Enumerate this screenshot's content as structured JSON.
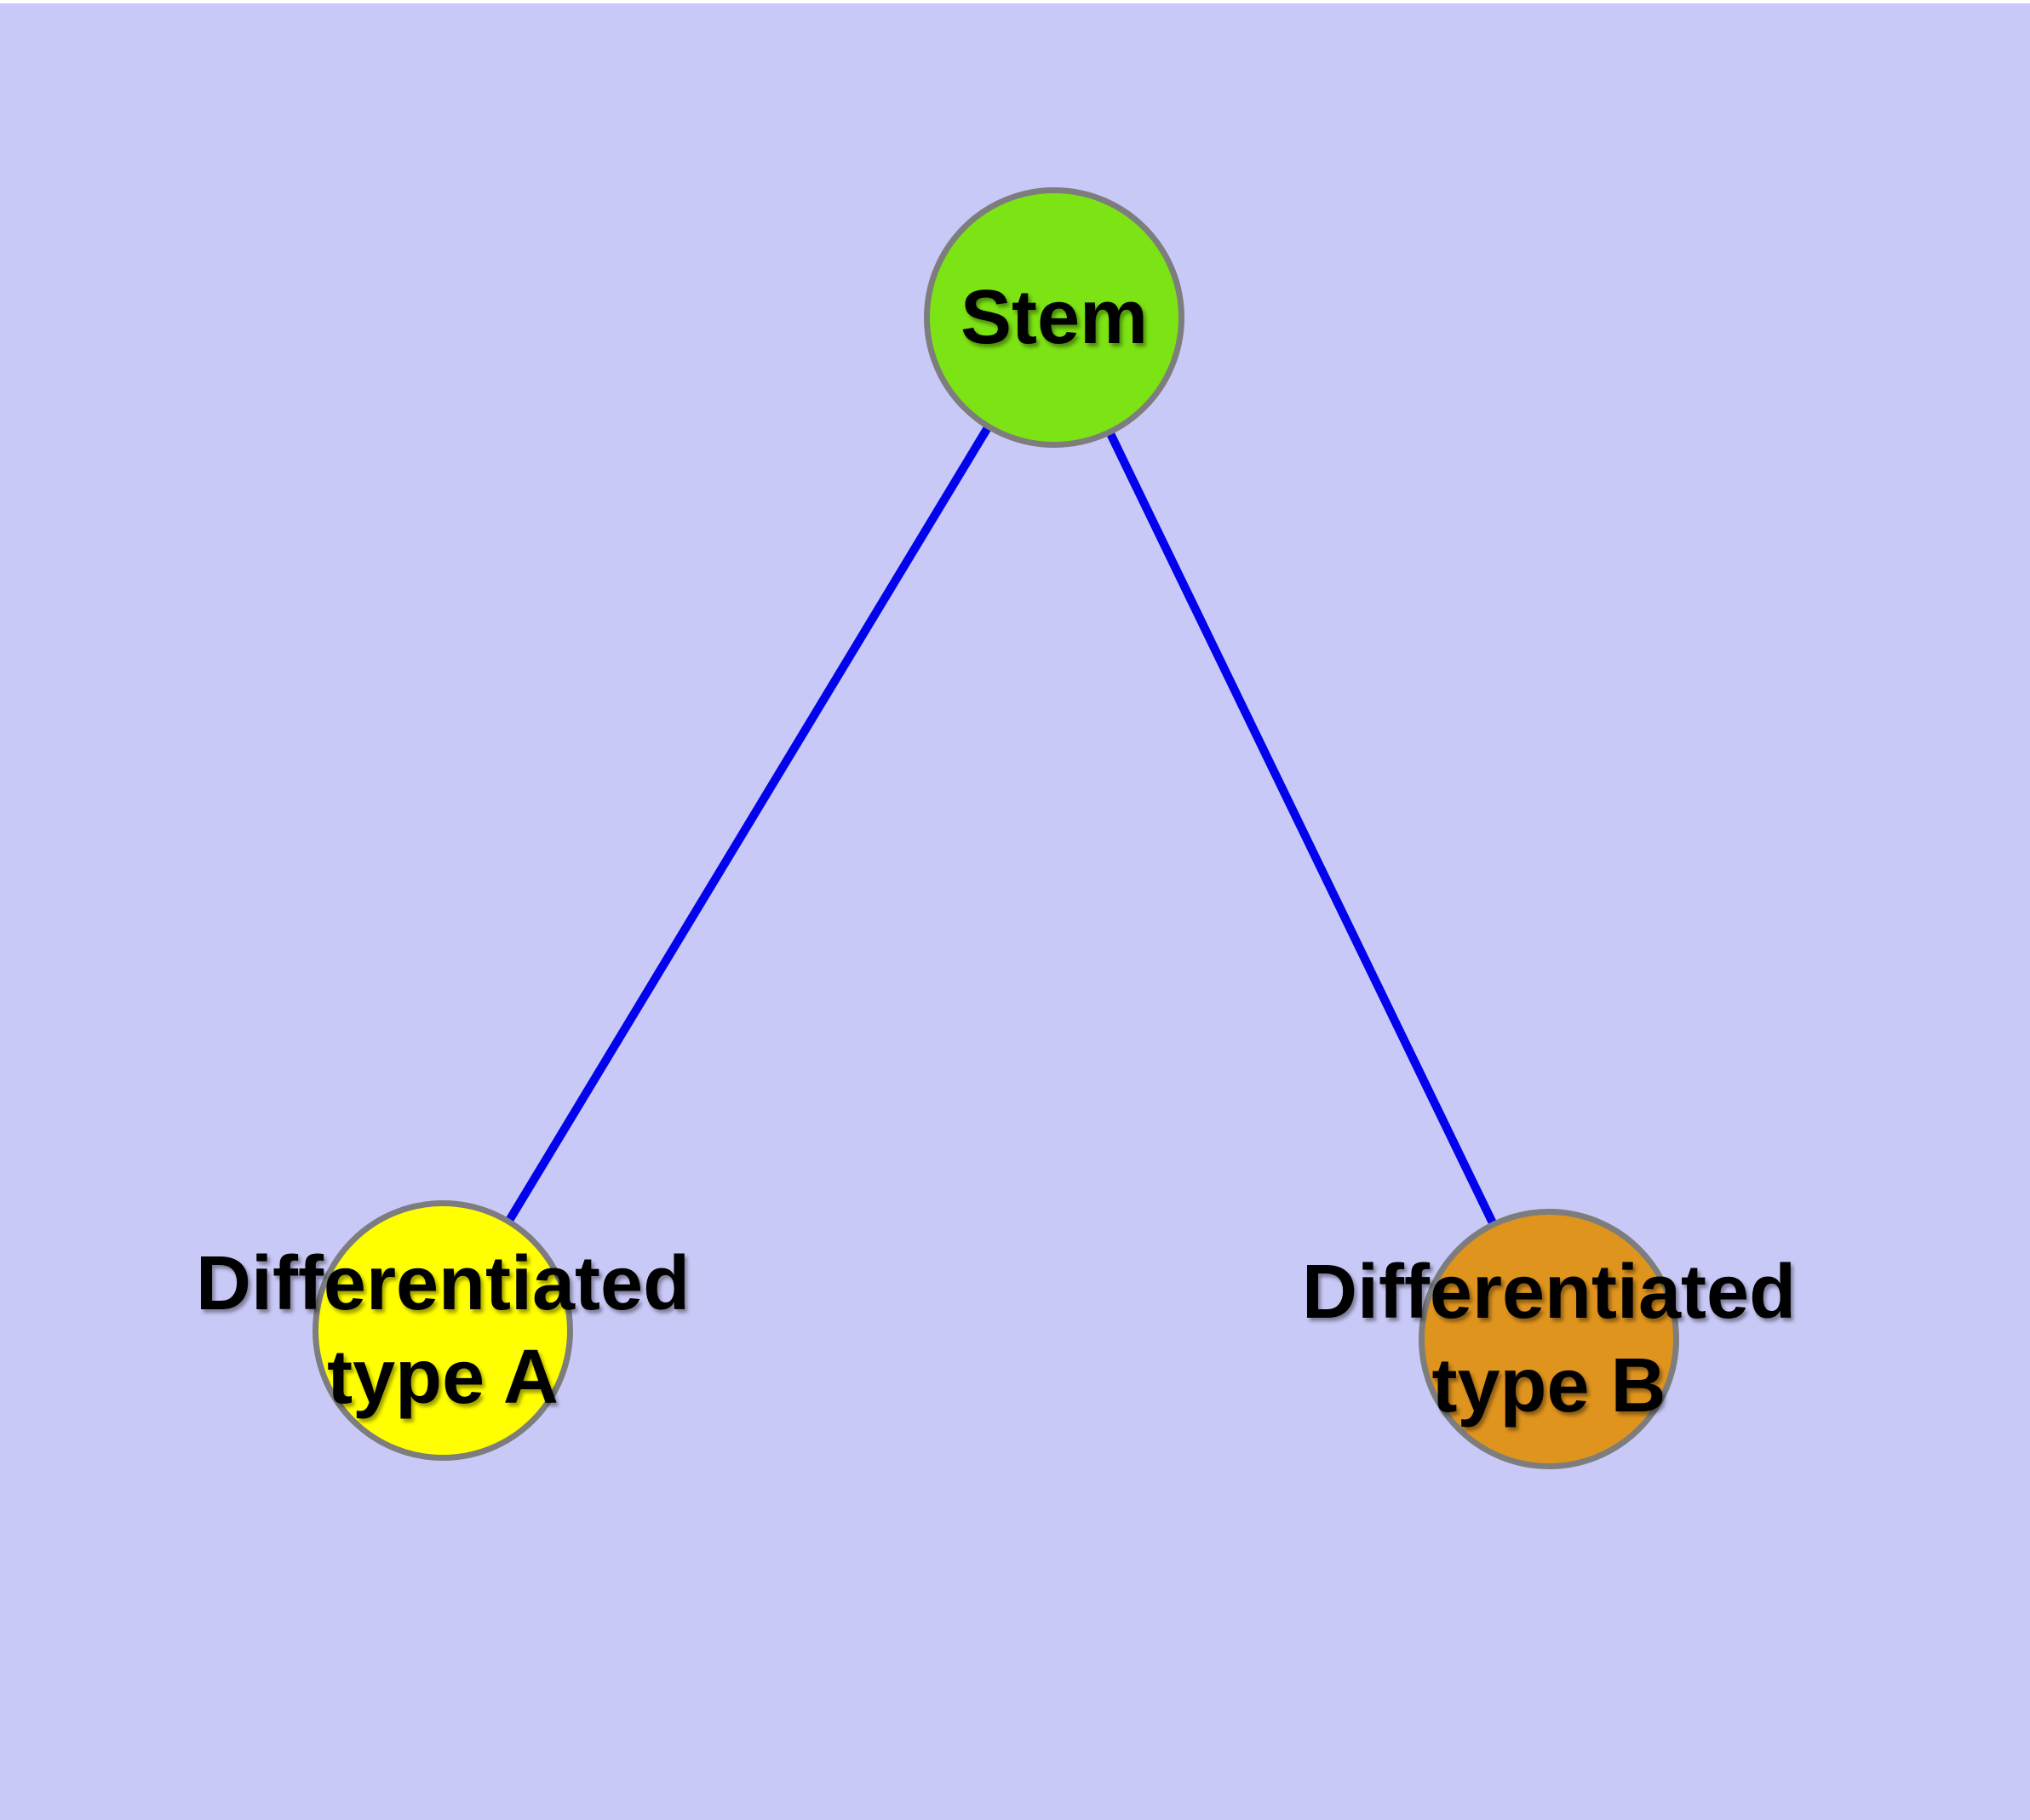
{
  "diagram": {
    "type": "node-link-graph",
    "background_color": "#c9c9f7",
    "top_margin_color": "#ffffff",
    "edge_color": "#0202ec",
    "node_border_color": "#7d7d7d",
    "label_color": "#000000",
    "nodes": [
      {
        "id": "stem",
        "label": "Stem",
        "label_line1": "Stem",
        "label_line2": "",
        "fill": "#7ce314",
        "shape": "circle"
      },
      {
        "id": "type-a",
        "label": "Differentiated type A",
        "label_line1": "Differentiated",
        "label_line2": "type A",
        "fill": "#ffff00",
        "shape": "circle"
      },
      {
        "id": "type-b",
        "label": "Differentiated type B",
        "label_line1": "Differentiated",
        "label_line2": "type B",
        "fill": "#df941e",
        "shape": "circle"
      }
    ],
    "edges": [
      {
        "from": "stem",
        "to": "type-a"
      },
      {
        "from": "stem",
        "to": "type-b"
      }
    ]
  }
}
